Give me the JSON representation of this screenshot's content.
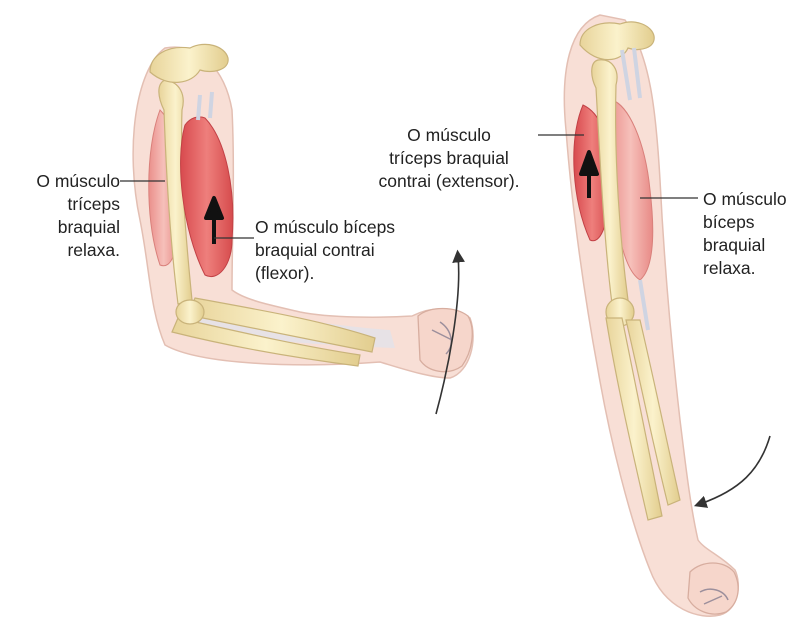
{
  "labels": {
    "left_triceps": {
      "lines": [
        "O músculo",
        "tríceps",
        "braquial",
        "relaxa."
      ]
    },
    "left_biceps": {
      "lines": [
        "O músculo bíceps",
        "braquial contrai",
        "(flexor)."
      ]
    },
    "right_triceps": {
      "lines": [
        "O músculo",
        "tríceps braquial",
        "contrai (extensor)."
      ]
    },
    "right_biceps": {
      "lines": [
        "O músculo",
        "bíceps",
        "braquial",
        "relaxa."
      ]
    }
  },
  "colors": {
    "skin": "#f8dfd6",
    "skin_outline": "#e3bfb3",
    "muscle_contracted": "#df5a5b",
    "muscle_relaxed": "#ef9b95",
    "bone": "#f3e6b2",
    "bone_outline": "#c9b37a",
    "tendon": "#d9dde8",
    "arrow": "#111111",
    "leader": "#333333"
  }
}
